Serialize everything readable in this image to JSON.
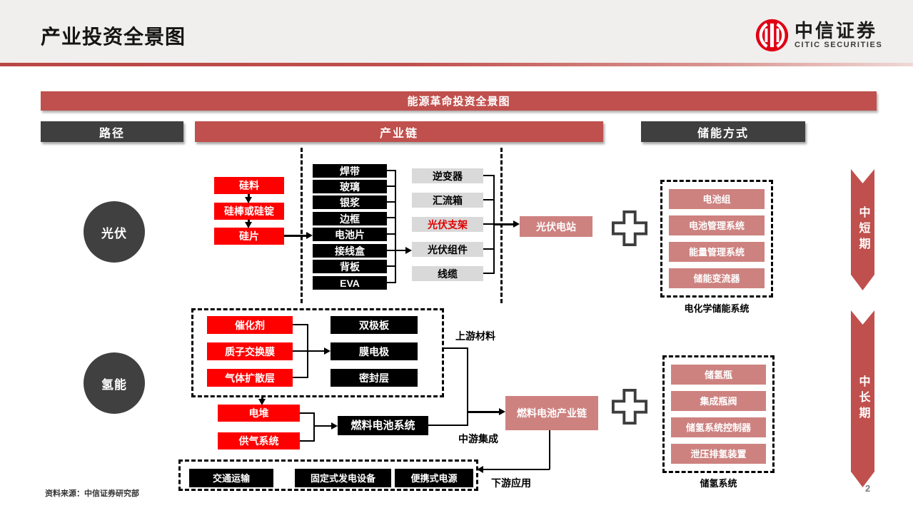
{
  "page": {
    "title": "产业投资全景图",
    "logo_cn": "中信证券",
    "logo_en": "CITIC SECURITIES",
    "source": "资料来源：中信证券研究部",
    "page_number": "2"
  },
  "banner_title": "能源革命投资全景图",
  "headers": {
    "path": "路径",
    "chain": "产业链",
    "storage": "储能方式"
  },
  "periods": {
    "short": "中短期",
    "long": "中长期"
  },
  "pv": {
    "circle": "光伏",
    "materials": [
      "硅料",
      "硅棒或硅锭",
      "硅片"
    ],
    "components": [
      "焊带",
      "玻璃",
      "银浆",
      "边框",
      "电池片",
      "接线盒",
      "背板",
      "EVA"
    ],
    "system": [
      "逆变器",
      "汇流箱",
      "光伏支架",
      "光伏组件",
      "线缆"
    ],
    "plant": "光伏电站",
    "storage_items": [
      "电池组",
      "电池管理系统",
      "能量管理系统",
      "储能变流器"
    ],
    "storage_label": "电化学储能系统"
  },
  "hydrogen": {
    "circle": "氢能",
    "upstream_materials": [
      "催化剂",
      "质子交换膜",
      "气体扩散层"
    ],
    "upstream_parts": [
      "双极板",
      "膜电极",
      "密封层"
    ],
    "upstream_label": "上游材料",
    "mid_inputs": [
      "电堆",
      "供气系统"
    ],
    "mid_system": "燃料电池系统",
    "mid_label": "中游集成",
    "chain": "燃料电池产业链",
    "downstream": [
      "交通运输",
      "固定式发电设备",
      "便携式电源"
    ],
    "downstream_label": "下游应用",
    "storage_items": [
      "储氢瓶",
      "集成瓶阀",
      "储氢系统控制器",
      "泄压排氢装置"
    ],
    "storage_label": "储氢系统"
  },
  "colors": {
    "brand_red": "#C0504D",
    "bright_red": "#FE0000",
    "dark_gray": "#3F3F3F",
    "light_gray_box": "#D9D9D9",
    "pink_box": "#CD8280",
    "highlight_text": "#E00000",
    "logo_red": "#E00013"
  }
}
